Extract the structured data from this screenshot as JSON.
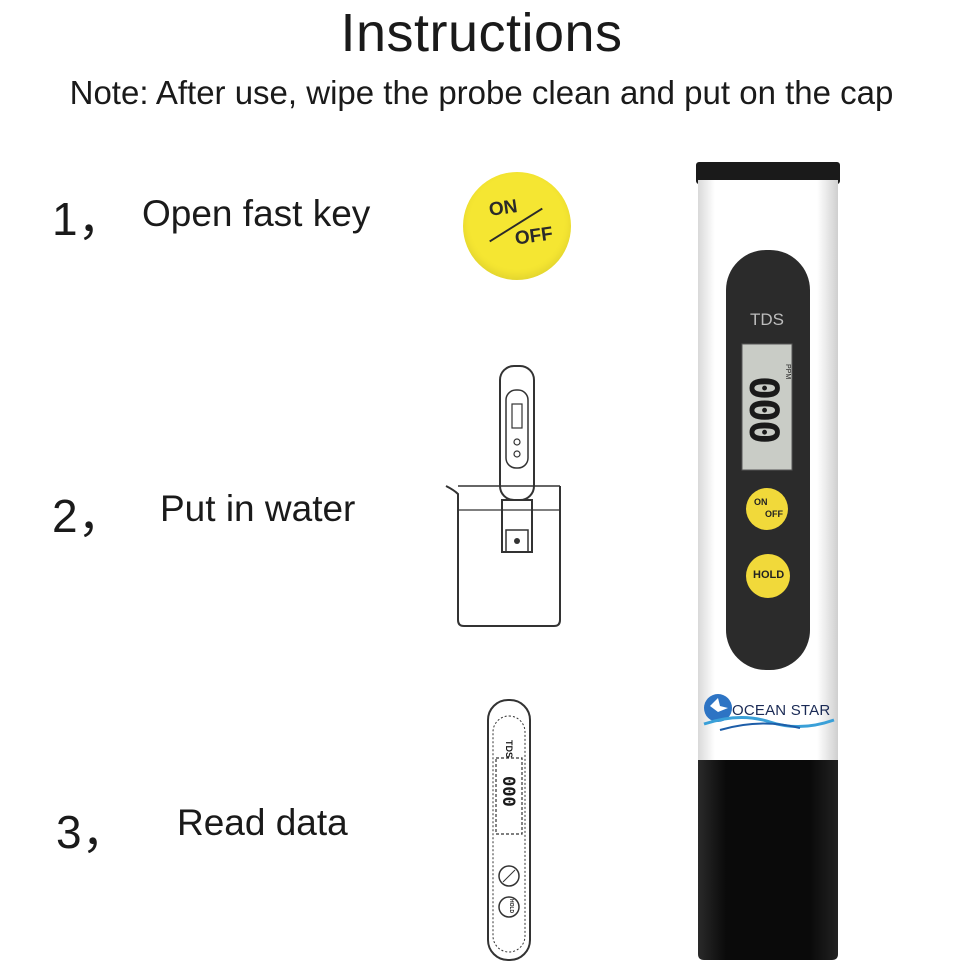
{
  "header": {
    "title": "Instructions",
    "note": "Note: After use, wipe the probe clean and put on the cap"
  },
  "steps": [
    {
      "number": "1，",
      "label": "Open fast key"
    },
    {
      "number": "2，",
      "label": "Put in water"
    },
    {
      "number": "3，",
      "label": "Read data"
    }
  ],
  "on_off_button": {
    "on": "ON",
    "off": "OFF",
    "color": "#f5e632"
  },
  "meter": {
    "model_label": "TDS",
    "unit_label": "PPM",
    "display_value": "000",
    "power_button": {
      "on": "ON",
      "off": "OFF"
    },
    "hold_button": "HOLD",
    "brand": "OCEAN STAR",
    "body_color": "#ffffff",
    "panel_color": "#2b2b2b",
    "cap_color": "#0c0c0c",
    "button_color": "#f1d93a"
  },
  "diagram_meter": {
    "model_label": "TDS",
    "display_value": "000",
    "hold_button": "HOLD"
  }
}
